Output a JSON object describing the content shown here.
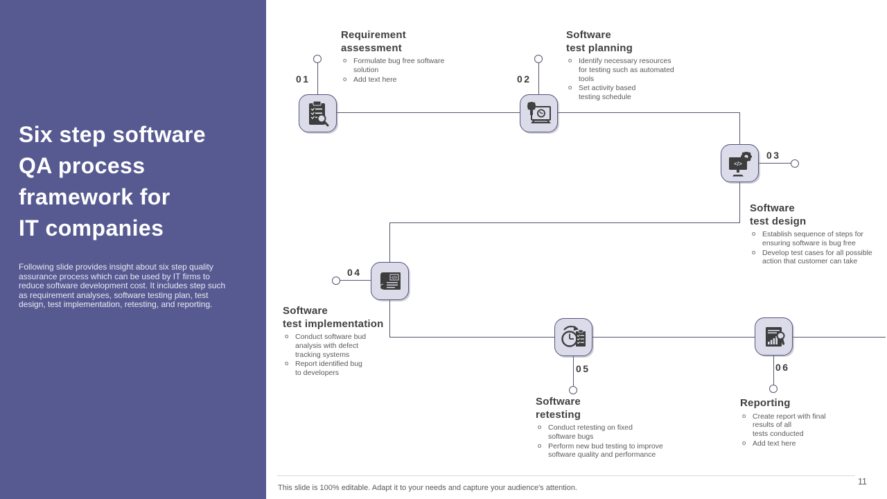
{
  "sidebar": {
    "title": "Six step software\nQA process\nframework for\nIT companies",
    "description": "Following slide provides insight about six step quality\nassurance process which can be used by IT firms to\nreduce software development cost. It includes step such\nas requirement analyses, software testing plan, test\ndesign, test implementation, retesting, and reporting.",
    "background_color": "#575a91"
  },
  "ui": {
    "bullet_marker": "o"
  },
  "colors": {
    "accent_purple": "#575a91",
    "tile_fill": "#dcdbea",
    "tile_border": "#52527c",
    "connector": "#55556e",
    "heading_text": "#3f3f3f",
    "body_text": "#595959"
  },
  "steps": [
    {
      "number": "01",
      "title": "Requirement\nassessment",
      "icon": "clipboard-search-icon",
      "bullets": [
        "Formulate bug free software\nsolution",
        "Add text here"
      ]
    },
    {
      "number": "02",
      "title": "Software\ntest planning",
      "icon": "monitor-gauge-gear-icon",
      "bullets": [
        "Identify necessary resources\nfor testing such as automated\ntools",
        "Set activity based\ntesting schedule"
      ]
    },
    {
      "number": "03",
      "title": "Software\ntest design",
      "icon": "monitor-code-gear-icon",
      "bullets": [
        "Establish sequence of steps for\nensuring software is bug free",
        "Develop test cases for all possible\naction that customer can take"
      ]
    },
    {
      "number": "04",
      "title": "Software\ntest implementation",
      "icon": "scroll-code-icon",
      "bullets": [
        "Conduct software bud\nanalysis with defect\ntracking systems",
        "Report identified bug\nto developers"
      ]
    },
    {
      "number": "05",
      "title": "Software\nretesting",
      "icon": "clock-checklist-icon",
      "bullets": [
        "Conduct retesting on fixed\nsoftware bugs",
        "Perform new bud testing to improve\nsoftware quality and performance"
      ]
    },
    {
      "number": "06",
      "title": "Reporting",
      "icon": "report-chart-search-icon",
      "bullets": [
        "Create report with final\nresults of all\ntests conducted",
        "Add text here"
      ]
    }
  ],
  "footer": {
    "note": "This slide is 100% editable. Adapt it to your needs and capture your audience's attention.",
    "page_number": "11"
  }
}
